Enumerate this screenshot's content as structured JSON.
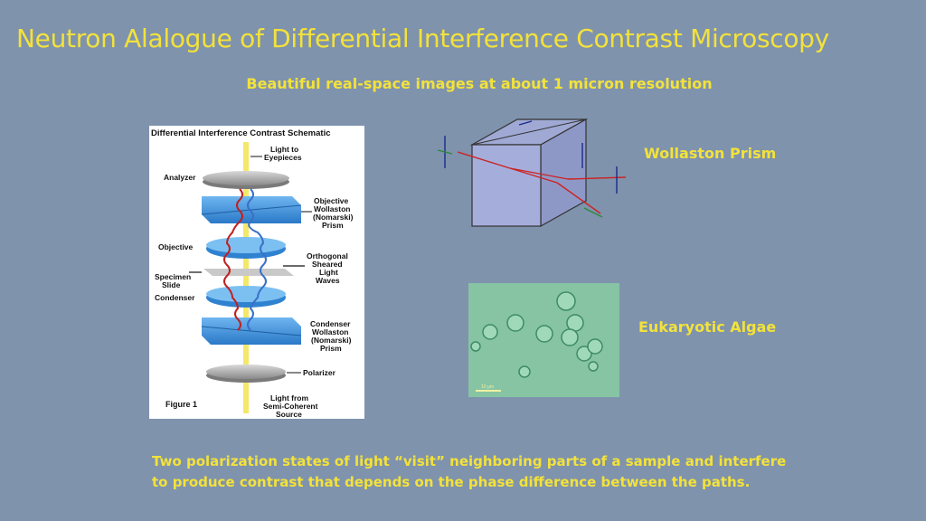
{
  "slide": {
    "title": "Neutron Alalogue of Differential Interference Contrast Microscopy",
    "subtitle": "Beautiful real-space images at about 1 micron resolution",
    "wollaston_label": "Wollaston Prism",
    "algae_label": "Eukaryotic Algae",
    "footer_line1": "Two polarization states of light “visit” neighboring parts of a sample and interfere",
    "footer_line2": "to produce contrast that depends on the phase difference between the paths."
  },
  "schematic": {
    "title": "Differential Interference Contrast Schematic",
    "light_to_1": "Light to",
    "light_to_2": "Eyepieces",
    "analyzer": "Analyzer",
    "obj_wollaston_1": "Objective",
    "obj_wollaston_2": "Wollaston",
    "obj_wollaston_3": "(Nomarski)",
    "obj_wollaston_4": "Prism",
    "objective": "Objective",
    "orthogonal_1": "Orthogonal",
    "orthogonal_2": "Sheared",
    "orthogonal_3": "Light",
    "orthogonal_4": "Waves",
    "specimen_1": "Specimen",
    "specimen_2": "Slide",
    "condenser": "Condenser",
    "cond_wollaston_1": "Condenser",
    "cond_wollaston_2": "Wollaston",
    "cond_wollaston_3": "(Nomarski)",
    "cond_wollaston_4": "Prism",
    "polarizer": "Polarizer",
    "figure": "Figure 1",
    "light_from_1": "Light from",
    "light_from_2": "Semi-Coherent",
    "light_from_3": "Source"
  },
  "micrograph": {
    "scale_label": "10 µm"
  },
  "colors": {
    "background": "#7f93ad",
    "text_accent": "#f3e23a",
    "prism_blue": "#3a8fd8",
    "filter_gray": "#9a9a9a"
  }
}
